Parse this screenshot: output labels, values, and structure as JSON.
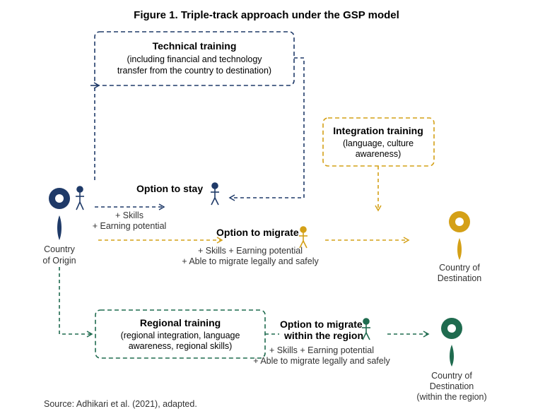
{
  "title": "Figure 1. Triple-track approach under the GSP model",
  "technical": {
    "title": "Technical training",
    "sub1": "(including financial and technology",
    "sub2": "transfer from the country to destination)"
  },
  "integration": {
    "title": "Integration training",
    "sub1": "(language, culture",
    "sub2": "awareness)"
  },
  "regional": {
    "title": "Regional training",
    "sub1": "(regional integration, language",
    "sub2": "awareness, regional skills)"
  },
  "origin": {
    "line1": "Country",
    "line2": "of Origin"
  },
  "destination": {
    "line1": "Country of",
    "line2": "Destination"
  },
  "destination_region": {
    "line1": "Country of",
    "line2": "Destination",
    "line3": "(within the region)"
  },
  "stay": {
    "label": "Option to stay",
    "b1": "+ Skills",
    "b2": "+ Earning potential"
  },
  "migrate": {
    "label": "Option to migrate",
    "b1": "+ Skills + Earning potential",
    "b2": "+ Able to migrate legally and safely"
  },
  "migrate_region": {
    "label1": "Option to migrate",
    "label2": "within the region",
    "b1": "+ Skills + Earning potential",
    "b2": "+ Able to migrate legally and safely"
  },
  "source": "Source: Adhikari et al. (2021), adapted.",
  "colors": {
    "navy": "#1f3a68",
    "gold": "#d4a017",
    "green": "#1f6b4f"
  }
}
